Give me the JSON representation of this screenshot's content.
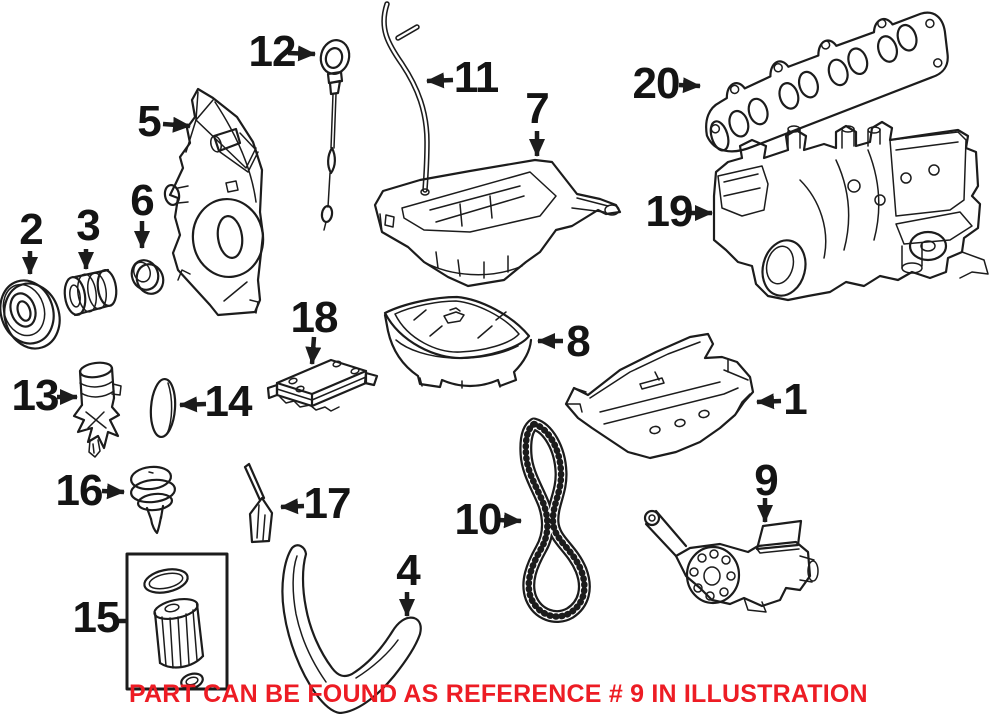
{
  "illustration": {
    "type": "exploded-parts-diagram",
    "background_color": "#ffffff",
    "line_color": "#1c1c1c",
    "callouts": [
      {
        "number": "1",
        "part": "oil-pan-baffle-plate"
      },
      {
        "number": "2",
        "part": "crankshaft-pulley"
      },
      {
        "number": "3",
        "part": "crankshaft-hub"
      },
      {
        "number": "4",
        "part": "chain-guide-rail"
      },
      {
        "number": "5",
        "part": "timing-cover"
      },
      {
        "number": "6",
        "part": "crankshaft-seal"
      },
      {
        "number": "7",
        "part": "upper-oil-pan"
      },
      {
        "number": "8",
        "part": "lower-oil-pan"
      },
      {
        "number": "9",
        "part": "oil-pump"
      },
      {
        "number": "10",
        "part": "timing-chain"
      },
      {
        "number": "11",
        "part": "dipstick-tube"
      },
      {
        "number": "12",
        "part": "dipstick"
      },
      {
        "number": "13",
        "part": "oil-level-sensor"
      },
      {
        "number": "14",
        "part": "oval-seal"
      },
      {
        "number": "15",
        "part": "oil-filter-kit"
      },
      {
        "number": "16",
        "part": "sealing-cap"
      },
      {
        "number": "17",
        "part": "tensioner-bracket"
      },
      {
        "number": "18",
        "part": "oil-cooler"
      },
      {
        "number": "19",
        "part": "intake-manifold"
      },
      {
        "number": "20",
        "part": "manifold-gasket"
      }
    ]
  },
  "caption": {
    "text": "PART CAN BE FOUND AS REFERENCE # 9 IN ILLUSTRATION",
    "color": "#ed1c24"
  }
}
